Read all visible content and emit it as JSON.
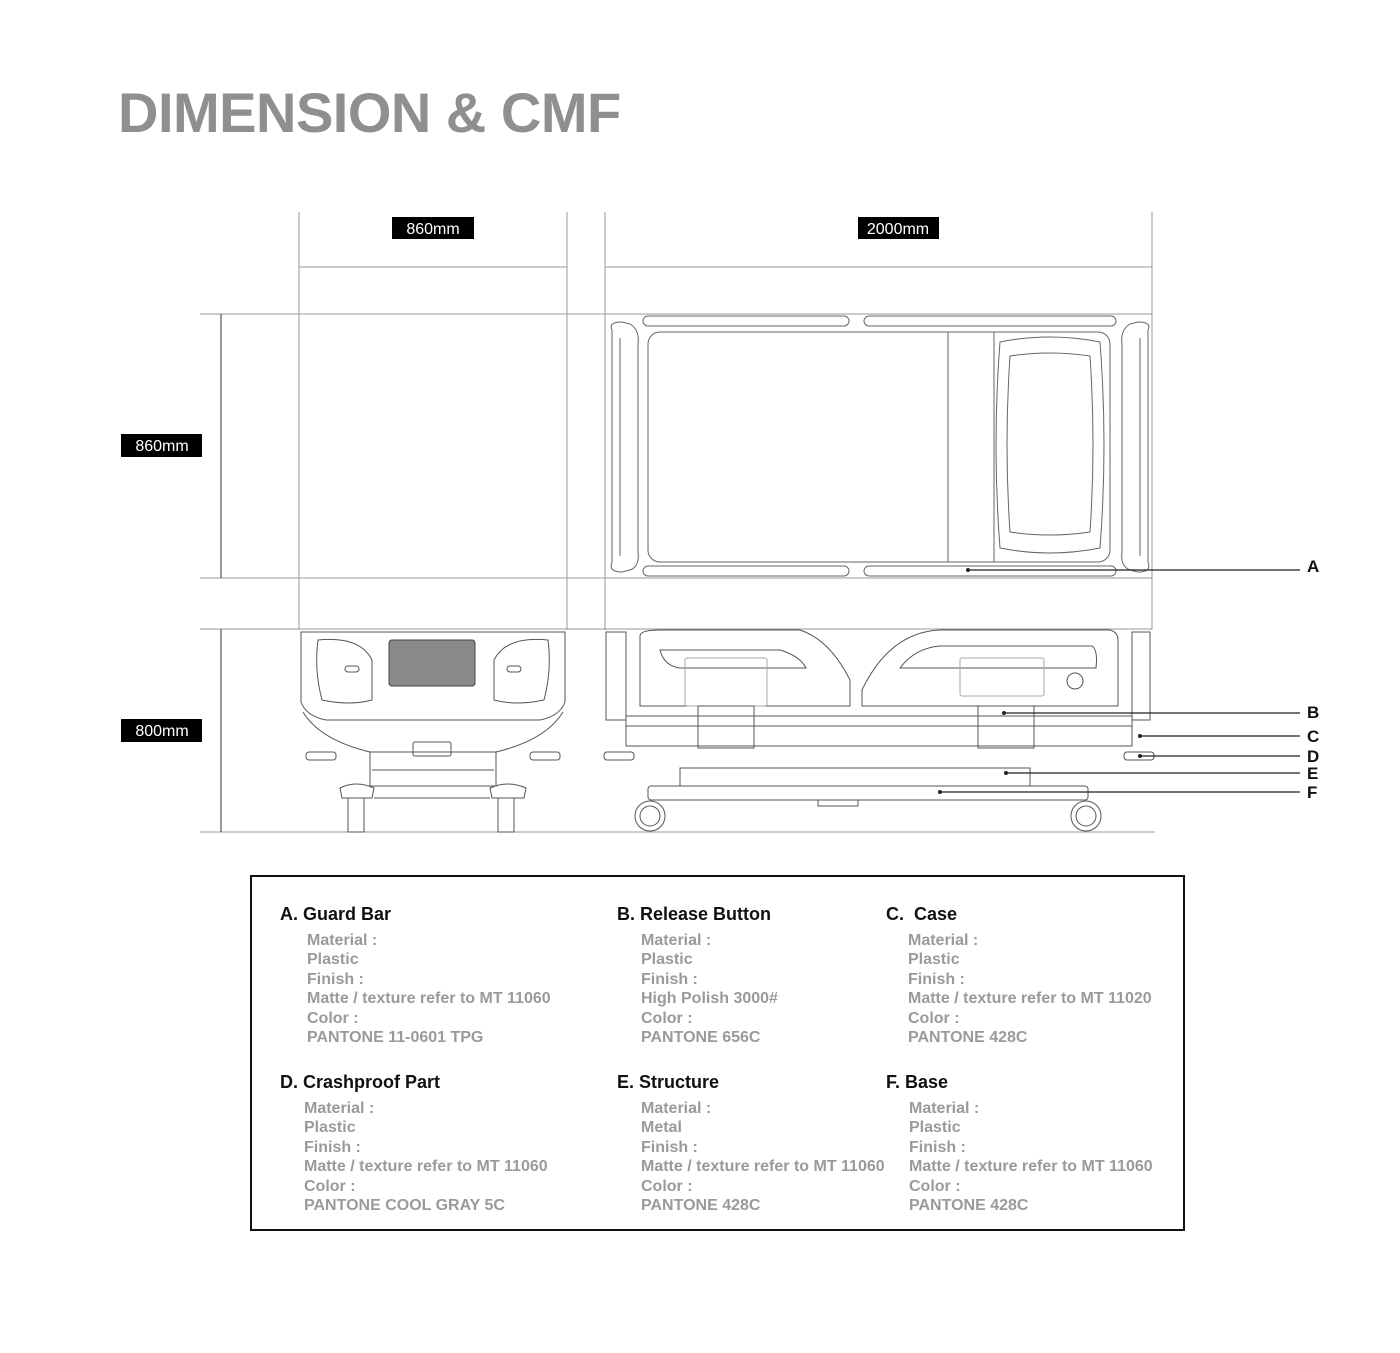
{
  "title": "DIMENSION & CMF",
  "dimensions": {
    "front_width": "860mm",
    "side_length": "2000mm",
    "top_depth": "860mm",
    "height": "800mm"
  },
  "callouts": [
    "A",
    "B",
    "C",
    "D",
    "E",
    "F"
  ],
  "specs": [
    {
      "title": "A. Guard Bar",
      "lines": [
        "Material :",
        "Plastic",
        "Finish :",
        "Matte / texture refer to MT 11060",
        "Color :",
        "PANTONE 11-0601 TPG"
      ]
    },
    {
      "title": "B. Release Button",
      "lines": [
        "Material :",
        "Plastic",
        "Finish :",
        "High Polish 3000#",
        "Color :",
        "PANTONE 656C"
      ]
    },
    {
      "title": "C.  Case",
      "lines": [
        "Material :",
        "Plastic",
        "Finish :",
        "Matte / texture refer to MT 11020",
        "Color :",
        "PANTONE 428C"
      ]
    },
    {
      "title": "D. Crashproof Part",
      "lines": [
        "Material :",
        "Plastic",
        "Finish :",
        "Matte / texture refer to MT 11060",
        "Color :",
        "PANTONE COOL GRAY 5C"
      ]
    },
    {
      "title": "E. Structure",
      "lines": [
        "Material :",
        "Metal",
        "Finish :",
        "Matte / texture refer to MT 11060",
        "Color :",
        "PANTONE 428C"
      ]
    },
    {
      "title": "F. Base",
      "lines": [
        "Material :",
        "Plastic",
        "Finish :",
        "Matte / texture refer to MT 11060",
        "Color :",
        "PANTONE 428C"
      ]
    }
  ]
}
